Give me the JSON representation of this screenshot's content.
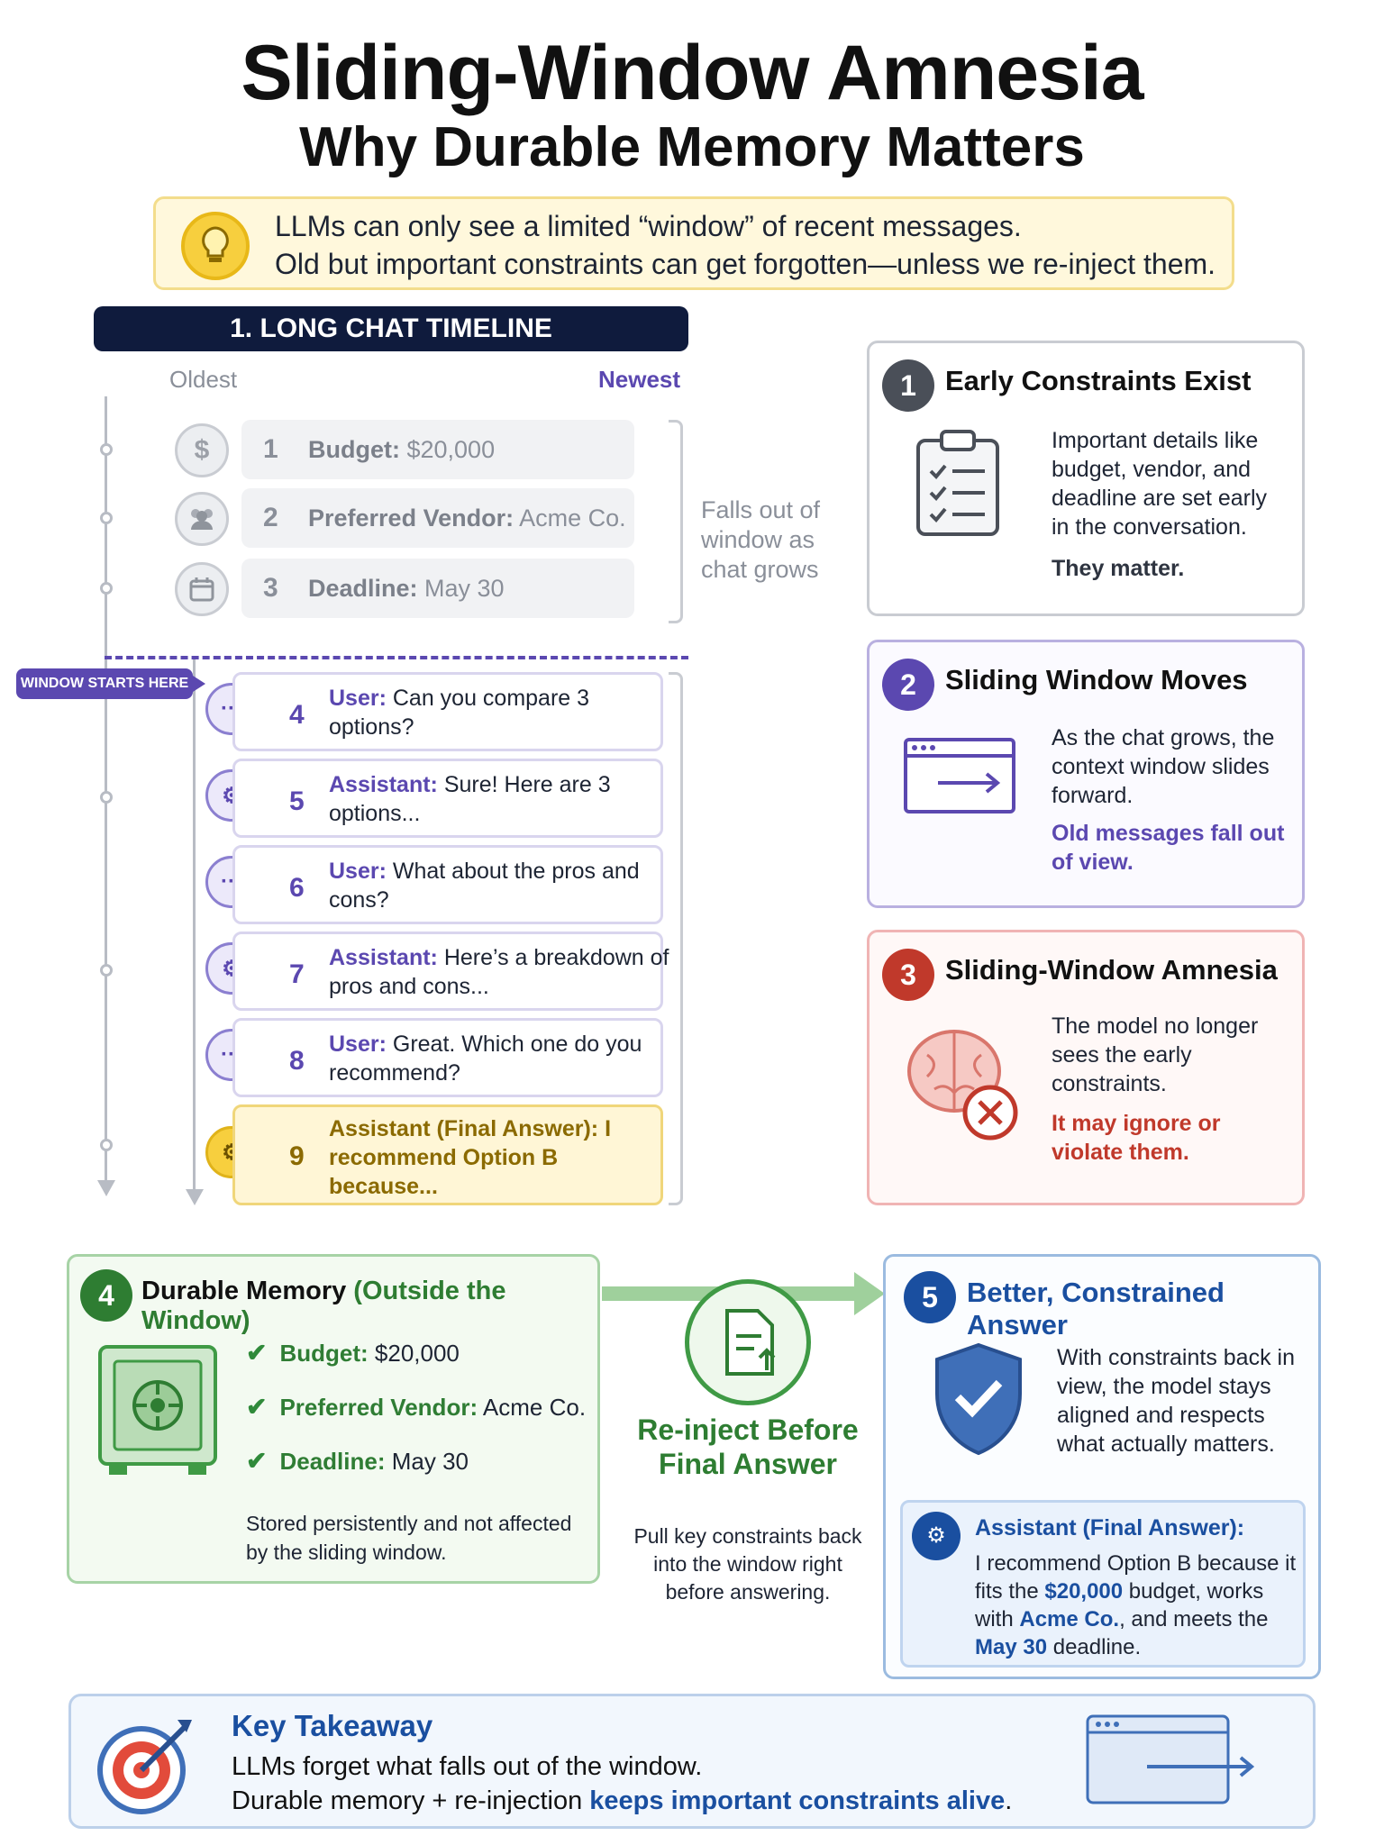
{
  "title": "Sliding-Window Amnesia",
  "subtitle": "Why Durable Memory Matters",
  "intro": {
    "line1": "LLMs can only see a limited “window” of recent messages.",
    "line2": "Old but important constraints can get forgotten—unless we re-inject them."
  },
  "timeline": {
    "heading": "1. LONG CHAT TIMELINE",
    "oldest": "Oldest",
    "newest": "Newest",
    "falls_out": "Falls out of window as chat grows",
    "window_starts": "WINDOW STARTS HERE",
    "early": [
      {
        "num": "1",
        "label": "Budget:",
        "value": " $20,000",
        "icon": "dollar-icon"
      },
      {
        "num": "2",
        "label": "Preferred Vendor:",
        "value": " Acme Co.",
        "icon": "people-icon"
      },
      {
        "num": "3",
        "label": "Deadline:",
        "value": " May 30",
        "icon": "calendar-icon"
      }
    ],
    "messages": [
      {
        "num": "4",
        "speaker": "User:",
        "text": " Can you compare 3 options?",
        "icon": "chat-icon"
      },
      {
        "num": "5",
        "speaker": "Assistant:",
        "text": " Sure! Here are 3 options...",
        "icon": "robot-icon"
      },
      {
        "num": "6",
        "speaker": "User:",
        "text": " What about the pros and cons?",
        "icon": "chat-icon"
      },
      {
        "num": "7",
        "speaker": "Assistant:",
        "text": " Here’s a breakdown of pros and cons...",
        "icon": "robot-icon"
      },
      {
        "num": "8",
        "speaker": "User:",
        "text": " Great. Which one do you recommend?",
        "icon": "chat-icon"
      },
      {
        "num": "9",
        "speaker": "Assistant (Final Answer):",
        "text": " I recommend Option B because...",
        "icon": "robot-icon"
      }
    ]
  },
  "cards": {
    "c1": {
      "num": "1",
      "title": "Early Constraints Exist",
      "body": "Important details like budget, vendor, and deadline are set early in the conversation.",
      "emph": "They matter."
    },
    "c2": {
      "num": "2",
      "title": "Sliding Window Moves",
      "body": "As the chat grows, the context window slides forward.",
      "emph": "Old messages fall out of view."
    },
    "c3": {
      "num": "3",
      "title": "Sliding-Window Amnesia",
      "body": "The model no longer sees the early constraints.",
      "emph": "It may ignore or violate them."
    },
    "c4": {
      "num": "4",
      "title": "Durable Memory",
      "title_suffix": " (Outside the Window)",
      "items": [
        {
          "label": "Budget:",
          "value": " $20,000"
        },
        {
          "label": "Preferred Vendor:",
          "value": " Acme Co."
        },
        {
          "label": "Deadline:",
          "value": " May 30"
        }
      ],
      "footer": "Stored persistently and not affected by the sliding window."
    },
    "c5": {
      "num": "5",
      "title": "Better, Constrained Answer",
      "body": "With constraints back in view, the model stays aligned and respects what actually matters.",
      "answer_label": "Assistant (Final Answer):",
      "answer_p1": "I recommend Option B because it fits the ",
      "answer_b1": "$20,000",
      "answer_p2": " budget, works with ",
      "answer_b2": "Acme Co.",
      "answer_p3": ", and meets the ",
      "answer_b3": "May 30",
      "answer_p4": " deadline."
    }
  },
  "reinject": {
    "title": "Re-inject Before Final Answer",
    "body": "Pull key constraints back into the window right before answering."
  },
  "takeaway": {
    "title": "Key Takeaway",
    "line1": "LLMs forget what falls out of the window.",
    "line2_plain": "Durable memory + re-injection ",
    "line2_bold": "keeps important constraints alive",
    "line2_end": "."
  },
  "colors": {
    "navy": "#0f1b3d",
    "purple": "#5b48b0",
    "green": "#2e7d32",
    "red": "#c0392b",
    "blue": "#1a4fa0",
    "gold": "#8b6a00"
  }
}
